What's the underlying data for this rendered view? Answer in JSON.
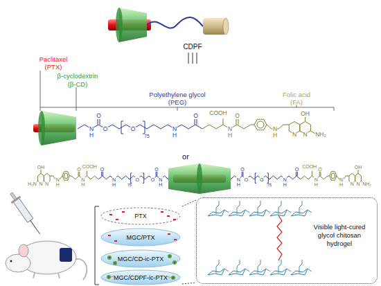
{
  "diagram": {
    "nodes": [
      {
        "text": [
          "PTX"
        ]
      },
      {
        "text": [
          "MGC/PTX"
        ]
      },
      {
        "text": [
          "MGC/CD-ic-PTX"
        ]
      },
      {
        "text": [
          "MGC/CDPF-ic-PTX"
        ]
      },
      {
        "text": [
          "Visible light-cured glycol chitosan hydrogel"
        ]
      }
    ],
    "labels": [
      "CDPF",
      "Paclitaxel",
      "(PTX)",
      "β-cyclodextrin",
      "(β-CD)",
      "Polyethylene glycol",
      "(PEG)",
      "Folic acid",
      "(FA)",
      "N",
      "H",
      "O",
      "O",
      "O",
      "75",
      "N",
      "H",
      "O",
      "COOH",
      "N",
      "H",
      "O",
      "N",
      "H",
      "N",
      "N",
      "OH",
      "NH₂",
      "or",
      "N",
      "H",
      "O",
      "O",
      "O",
      "75",
      "N",
      "H",
      "O",
      "COOH",
      "N",
      "H",
      "O",
      "N",
      "H",
      "N",
      "N",
      "OH",
      "H₂N",
      "N",
      "H",
      "O",
      "O",
      "O",
      "75",
      "N",
      "H",
      "O",
      "COOH",
      "N",
      "H",
      "O",
      "N",
      "H",
      "N",
      "N",
      "OH",
      "NH₂"
    ]
  }
}
